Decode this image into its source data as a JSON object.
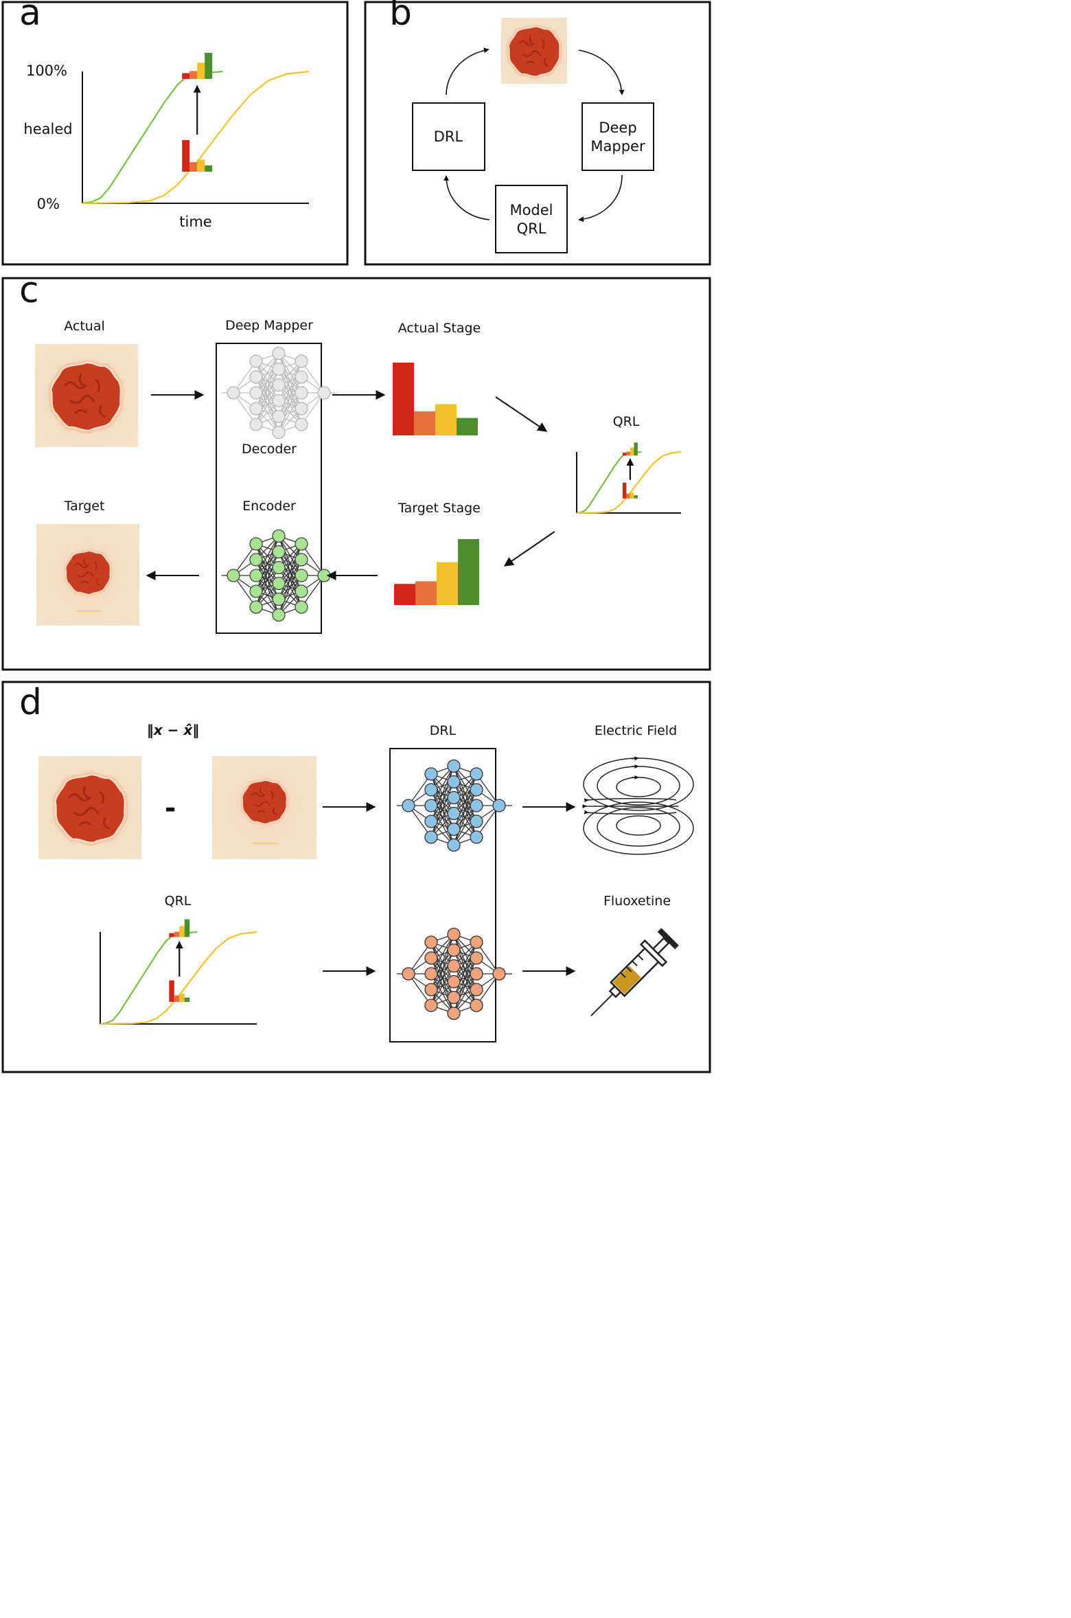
{
  "colors": {
    "red": "#d0261a",
    "orange": "#e66f3a",
    "yellow": "#f0c02b",
    "green": "#4e8f2d",
    "curve_green": "#76c043",
    "curve_yellow": "#f0c330",
    "wound": "#c83c22",
    "skin": "#f2dfc4",
    "node_gray": "#e8e8e8",
    "node_green": "#a8e393",
    "node_blue": "#8ec3e6",
    "node_orange": "#eea37c"
  },
  "panel_a": {
    "letter": "a",
    "y_top": "100%",
    "y_bottom": "0%",
    "ylabel": "healed",
    "xlabel": "time"
  },
  "panel_b": {
    "letter": "b",
    "box_drl": "DRL",
    "box_deep_mapper_1": "Deep",
    "box_deep_mapper_2": "Mapper",
    "box_model_qrl_1": "Model",
    "box_model_qrl_2": "QRL"
  },
  "panel_c": {
    "letter": "c",
    "actual": "Actual",
    "deep_mapper": "Deep Mapper",
    "decoder": "Decoder",
    "encoder": "Encoder",
    "actual_stage": "Actual Stage",
    "target_stage": "Target Stage",
    "qrl": "QRL",
    "target": "Target",
    "actual_stage_values": [
      1.0,
      0.33,
      0.43,
      0.24
    ],
    "target_stage_values": [
      0.32,
      0.36,
      0.65,
      1.0
    ]
  },
  "panel_d": {
    "letter": "d",
    "norm_label": "‖x − x̂‖",
    "minus": "-",
    "drl": "DRL",
    "electric_field": "Electric Field",
    "qrl": "QRL",
    "fluoxetine": "Fluoxetine"
  }
}
